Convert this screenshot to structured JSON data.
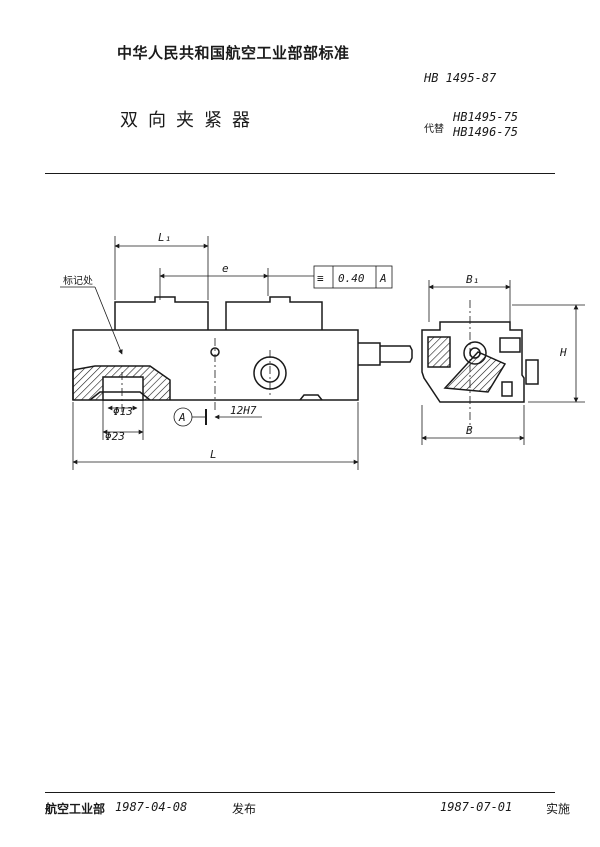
{
  "header": {
    "organization": "中华人民共和国航空工业部部标准",
    "standard_code": "HB 1495-87",
    "title": "双向夹紧器",
    "replaces_label": "代替",
    "replaces": [
      "HB1495-75",
      "HB1496-75"
    ]
  },
  "drawing": {
    "dim_L1": "L₁",
    "dim_e": "e",
    "tolerance_symbol": "≡",
    "tolerance_value": "0.40",
    "tolerance_datum": "A",
    "callout_label": "标记处",
    "dim_phi13": "Φ13",
    "dim_phi23": "Φ23",
    "datum_A": "A",
    "dim_12H7": "12H7",
    "dim_L": "L",
    "dim_B1": "B₁",
    "dim_B": "B",
    "dim_H": "H"
  },
  "footer": {
    "issuer": "航空工业部",
    "issue_date": "1987-04-08",
    "issue_word": "发布",
    "implement_date": "1987-07-01",
    "implement_word": "实施"
  }
}
